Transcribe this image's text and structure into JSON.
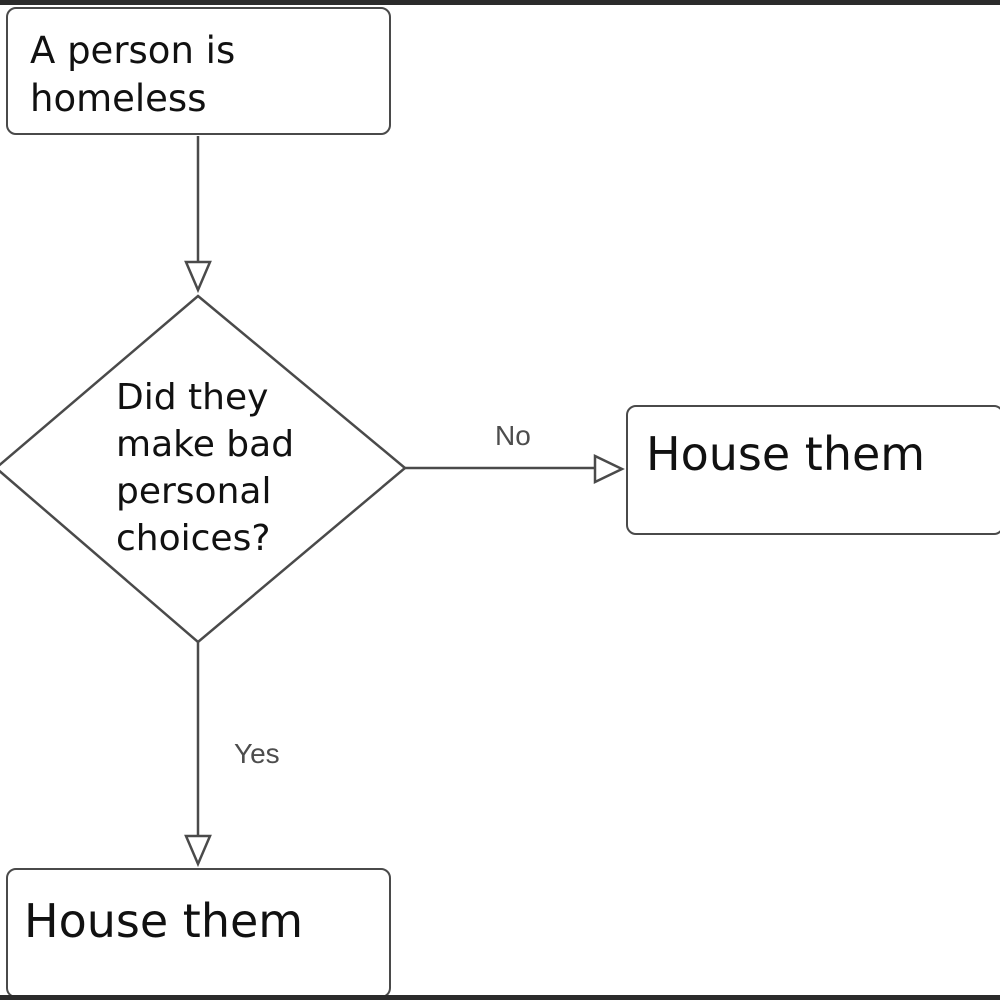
{
  "nodes": {
    "start": {
      "text": "A person is homeless"
    },
    "decision": {
      "lines": [
        "Did they",
        "make bad",
        "personal",
        "choices?"
      ]
    },
    "no_outcome": {
      "text": "House them"
    },
    "yes_outcome": {
      "text": "House them"
    }
  },
  "edges": {
    "no_label": "No",
    "yes_label": "Yes"
  },
  "colors": {
    "stroke": "#4a4a4a",
    "text": "#111111",
    "edge_label": "#4d4d4d",
    "frame": "#2b2b2b"
  }
}
